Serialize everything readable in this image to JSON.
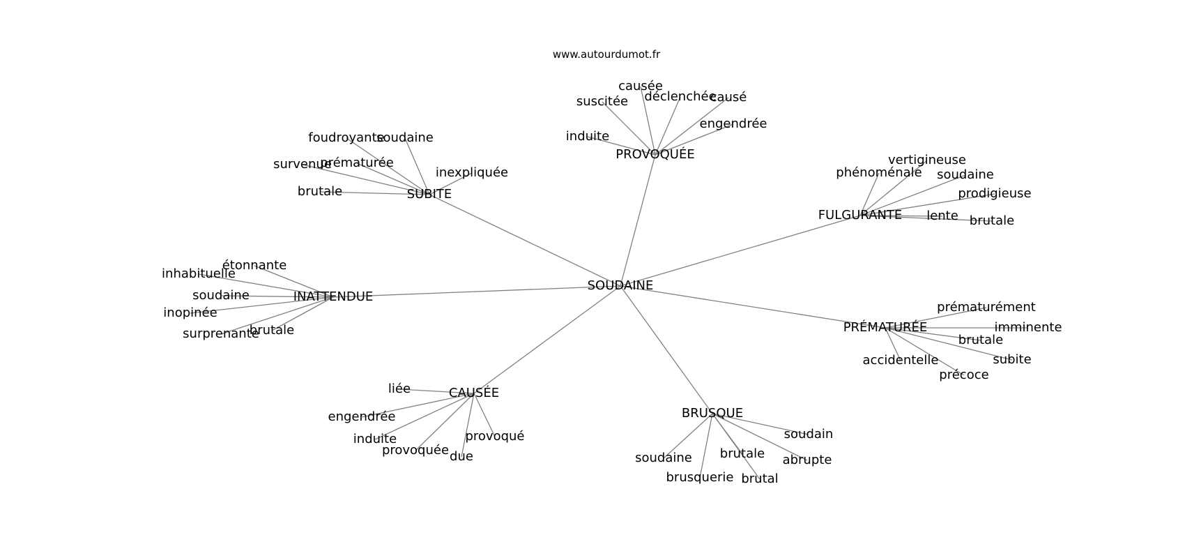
{
  "source": "www.autourdumot.fr",
  "center": "SOUDAINE",
  "hubs": [
    {
      "label": "PROVOQUÉE",
      "words": [
        "causée",
        "suscitée",
        "déclenchée",
        "causé",
        "induite",
        "engendrée"
      ]
    },
    {
      "label": "SUBITE",
      "words": [
        "foudroyante",
        "soudaine",
        "survenue",
        "prématurée",
        "inexpliquée",
        "brutale"
      ]
    },
    {
      "label": "FULGURANTE",
      "words": [
        "vertigineuse",
        "phénoménale",
        "soudaine",
        "prodigieuse",
        "lente",
        "brutale"
      ]
    },
    {
      "label": "INATTENDUE",
      "words": [
        "étonnante",
        "inhabituelle",
        "soudaine",
        "inopinée",
        "surprenante",
        "brutale"
      ]
    },
    {
      "label": "PRÉMATURÉE",
      "words": [
        "prématurément",
        "imminente",
        "brutale",
        "subite",
        "accidentelle",
        "précoce"
      ]
    },
    {
      "label": "CAUSÉE",
      "words": [
        "liée",
        "engendrée",
        "induite",
        "provoqué",
        "provoquée",
        "due"
      ]
    },
    {
      "label": "BRUSQUE",
      "words": [
        "soudain",
        "soudaine",
        "brutale",
        "abrupte",
        "brusquerie",
        "brutal"
      ]
    }
  ]
}
